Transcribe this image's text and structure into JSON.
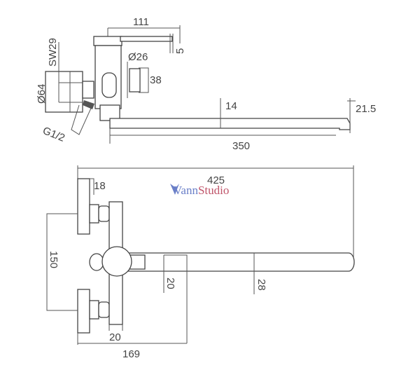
{
  "watermark": {
    "part1": "Vann",
    "part2": "Studio",
    "color1": "#6a7fc8",
    "color2": "#c0556a"
  },
  "side_view": {
    "dims": {
      "handle_length": "111",
      "handle_thickness": "5",
      "sw": "SW29",
      "flange_diameter": "Ø64",
      "body_diameter": "Ø26",
      "body_height": "38",
      "thread": "G1/2",
      "spout_thickness": "14",
      "outlet_height": "21.5",
      "spout_length": "350"
    }
  },
  "top_view": {
    "dims": {
      "overall_length": "425",
      "flange_thickness": "18",
      "center_distance": "150",
      "spout_width_at_body": "20",
      "spout_width": "28",
      "body_width": "20",
      "body_depth": "169"
    }
  }
}
